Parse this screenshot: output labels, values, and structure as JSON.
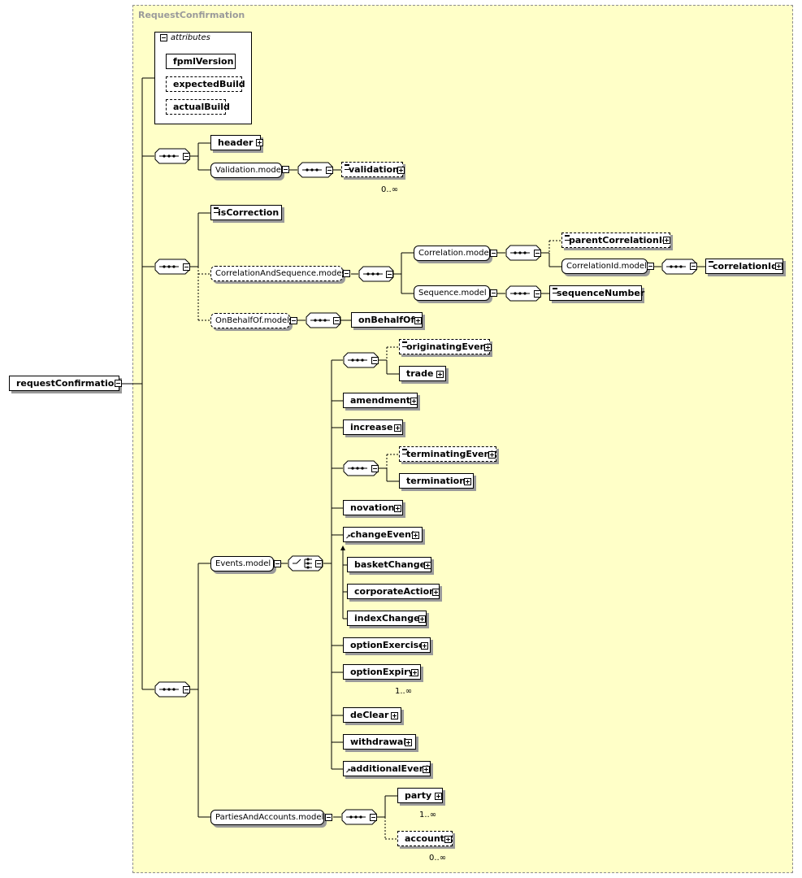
{
  "title": "RequestConfirmation",
  "root": "requestConfirmation",
  "attributes": {
    "header": "attributes",
    "items": [
      "fpmlVersion",
      "expectedBuild",
      "actualBuild"
    ]
  },
  "nodes": {
    "header": "header",
    "validation_model": "Validation.model",
    "validation": "validation",
    "is_correction": "isCorrection",
    "corr_seq_model": "CorrelationAndSequence.model",
    "correlation_model": "Correlation.model",
    "parent_correlation_id": "parentCorrelationId",
    "correlation_id_model": "CorrelationId.model",
    "correlation_id": "correlationId",
    "sequence_model": "Sequence.model",
    "sequence_number": "sequenceNumber",
    "on_behalf_of_model": "OnBehalfOf.model",
    "on_behalf_of": "onBehalfOf",
    "events_model": "Events.model",
    "originating_event": "originatingEvent",
    "trade": "trade",
    "amendment": "amendment",
    "increase": "increase",
    "terminating_event": "terminatingEvent",
    "termination": "termination",
    "novation": "novation",
    "change_event": "changeEvent",
    "basket_change": "basketChange",
    "corporate_action": "corporateAction",
    "index_change": "indexChange",
    "option_exercise": "optionExercise",
    "option_expiry": "optionExpiry",
    "de_clear": "deClear",
    "withdrawal": "withdrawal",
    "additional_event": "additionalEvent",
    "parties_accounts_model": "PartiesAndAccounts.model",
    "party": "party",
    "account": "account"
  },
  "cardinality": {
    "validation": "0..∞",
    "option_expiry": "1..∞",
    "party": "1..∞",
    "account": "0..∞"
  }
}
